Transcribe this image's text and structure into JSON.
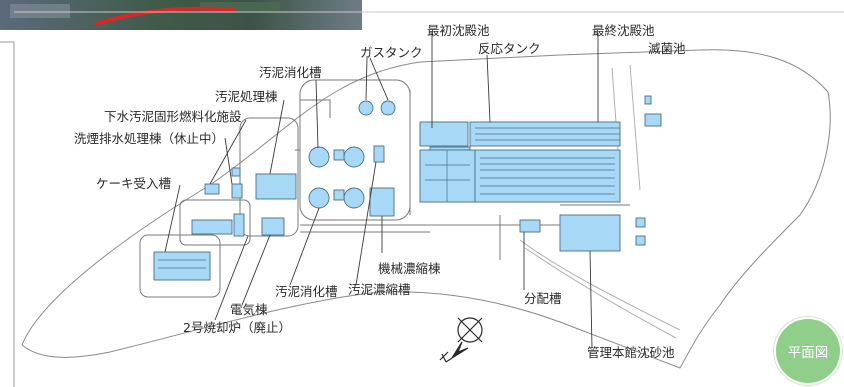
{
  "title_badge": "平面図",
  "colors": {
    "facility_fill": "#a7d8f5",
    "facility_stroke": "#4a6f8a",
    "site_outline": "#7d7d7d",
    "road": "#8a8a8a",
    "badge_fill": "#8fcf8a",
    "photo_border": "#d62828"
  },
  "facilities": {
    "first_settling": "最初沈殿池",
    "reaction_tank": "反応タンク",
    "final_settling": "最終沈殿池",
    "disinfection": "滅菌池",
    "gas_tank": "ガスタンク",
    "digestion_tank_top": "汚泥消化槽",
    "sludge_building": "汚泥処理棟",
    "fuel_facility": "下水汚泥固形燃料化施設",
    "smoke_building": "洗煙排水処理棟（休止中）",
    "cake_tank": "ケーキ受入槽",
    "mech_thickening": "機械濃縮棟",
    "digestion_tank_bottom": "汚泥消化槽",
    "thickening_tank": "汚泥濃縮槽",
    "electric_building": "電気棟",
    "incinerator": "2号焼却炉（廃止）",
    "distribution_tank": "分配槽",
    "admin_grit": "管理本館沈砂池"
  },
  "icons": {
    "compass": "compass-north-arrow-icon"
  }
}
